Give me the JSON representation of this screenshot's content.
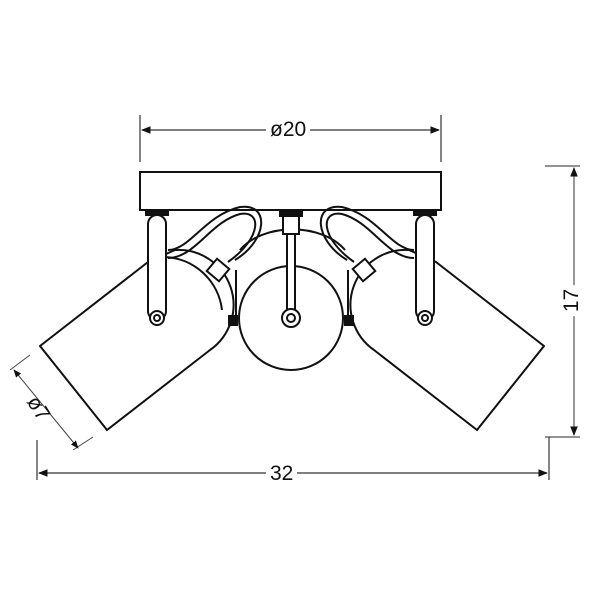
{
  "diagram": {
    "subject": "Three-spot ceiling lamp technical drawing",
    "stroke_color": "#111111",
    "dimension_line_color": "#555555",
    "dimensions": {
      "canopy_diameter": "ø20",
      "total_width": "32",
      "total_height": "17",
      "shade_diameter": "ø7"
    }
  }
}
